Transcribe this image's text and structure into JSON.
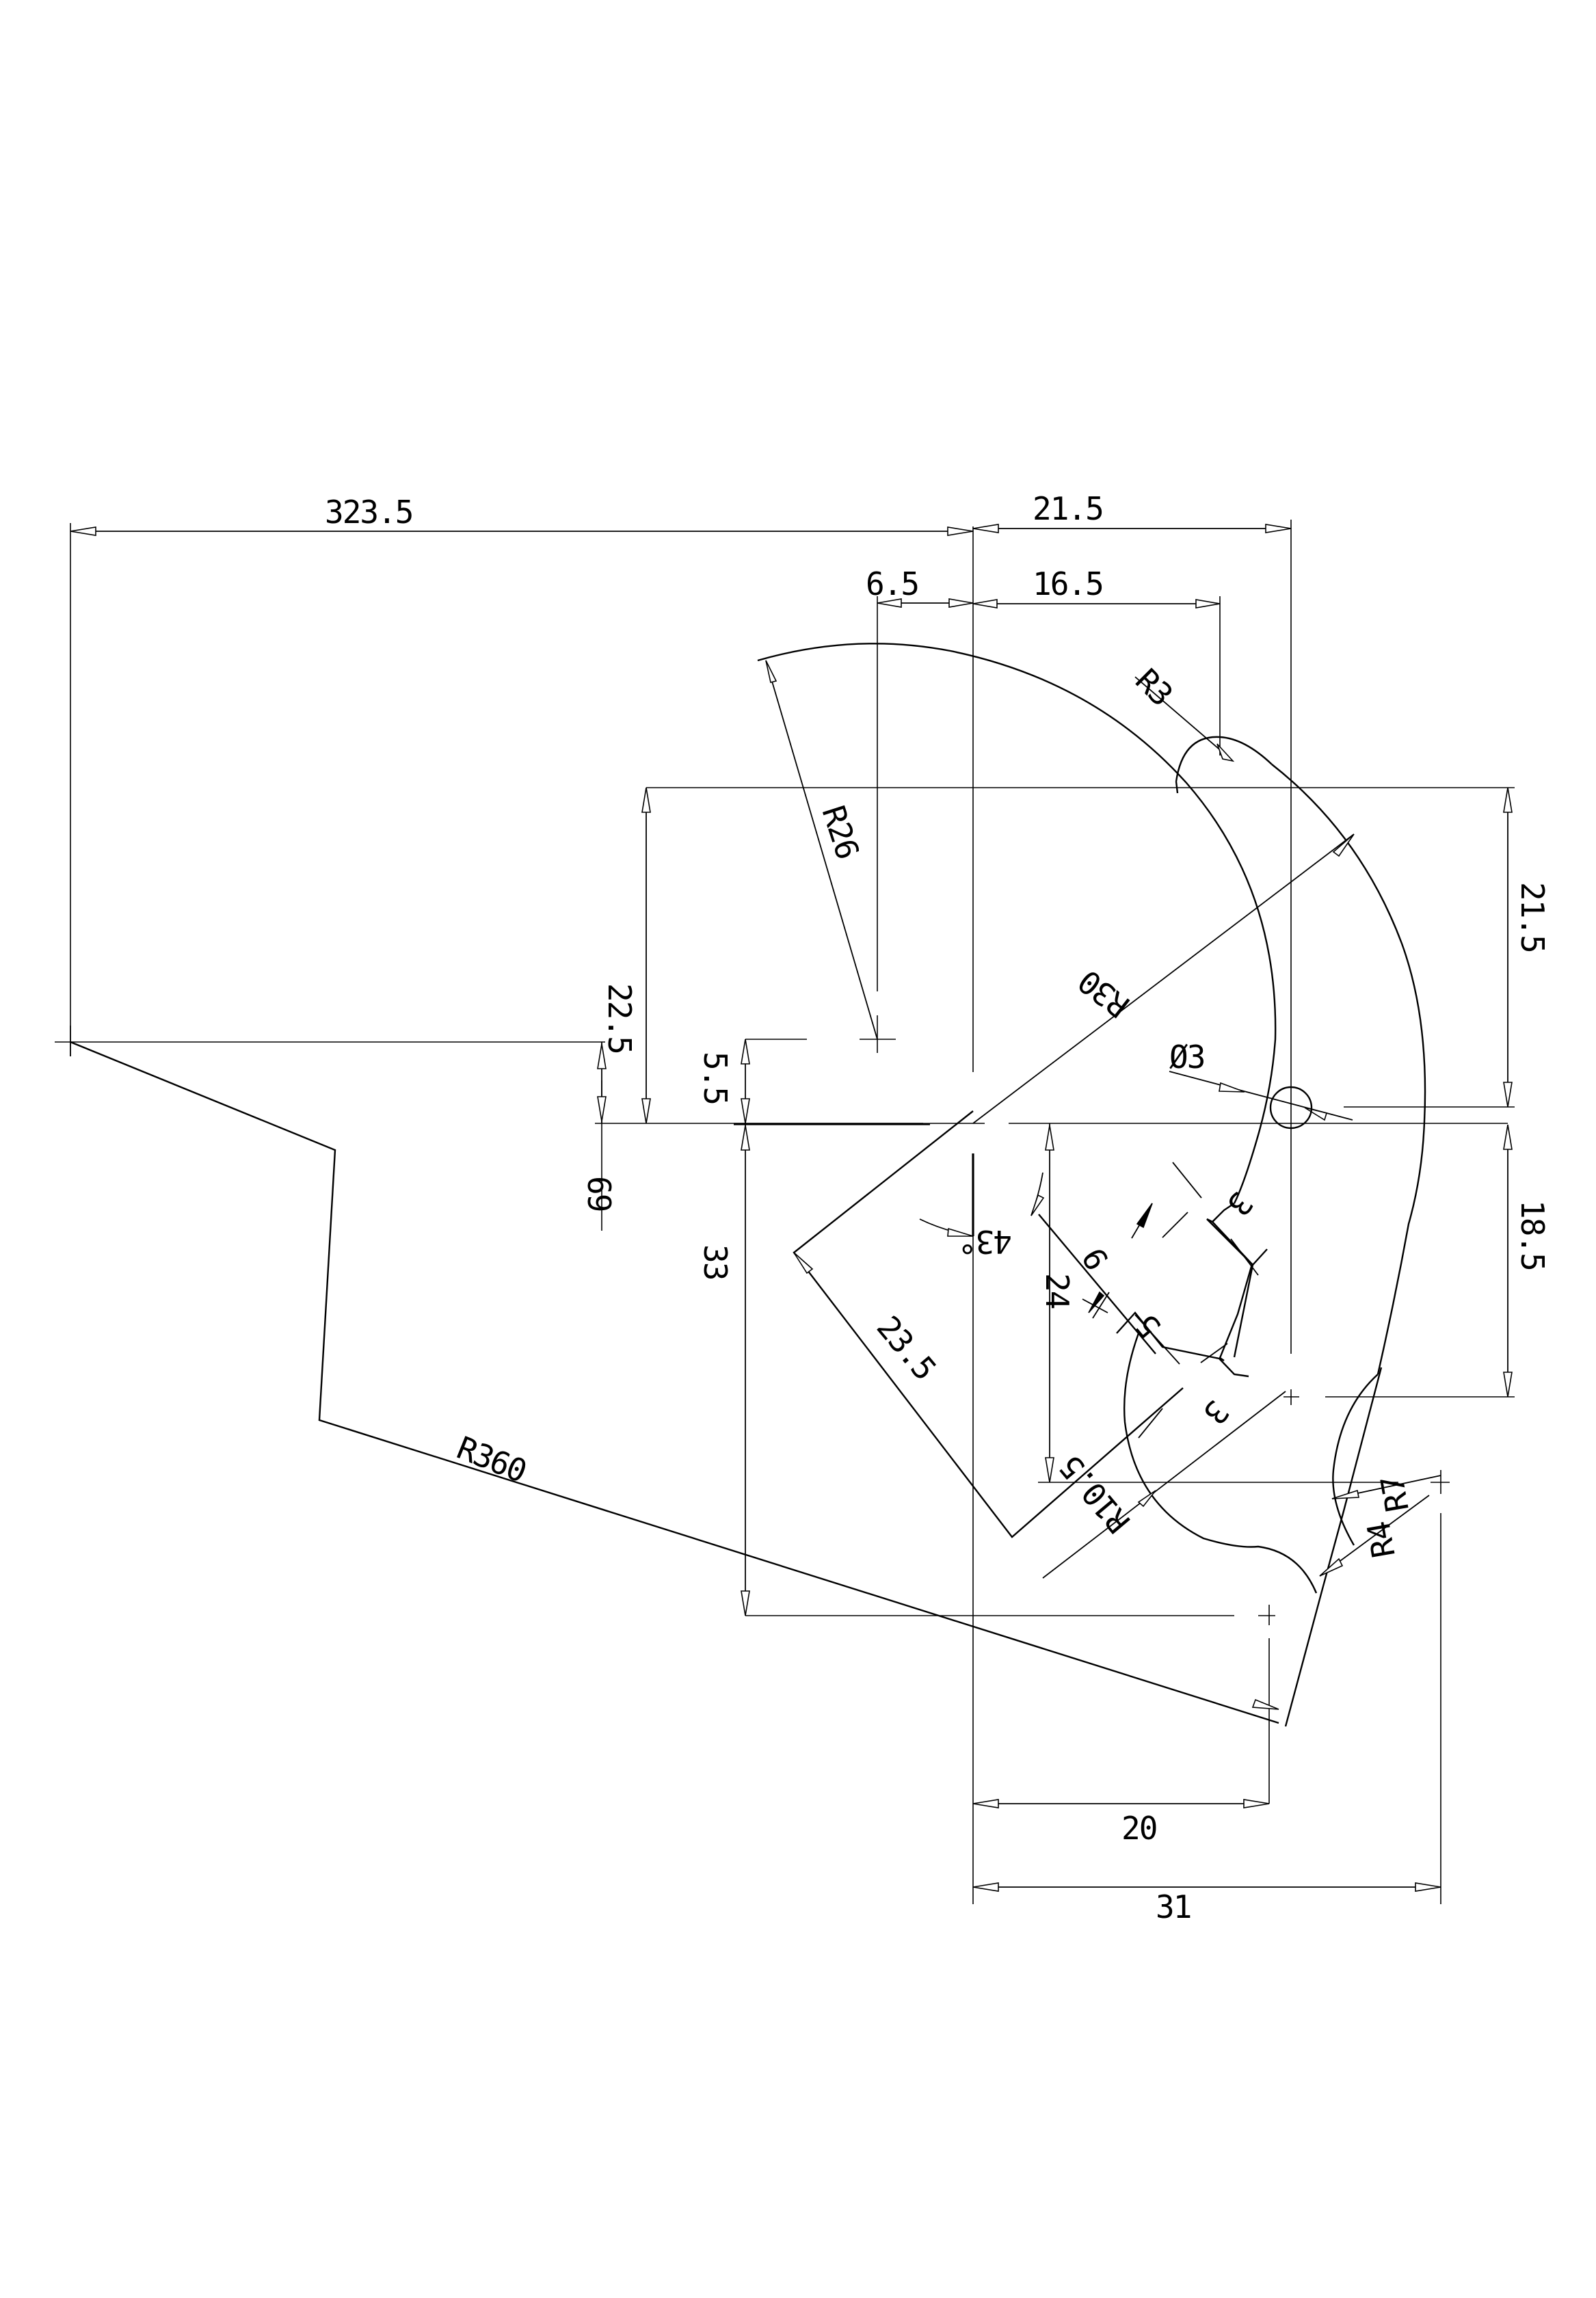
{
  "drawing": {
    "type": "2D mechanical CAD drawing",
    "background": "#ffffff",
    "line_color": "#000000"
  },
  "dimensions": {
    "linear_horizontal": {
      "d_323_5": "323.5",
      "d_21_5_top": "21.5",
      "d_6_5": "6.5",
      "d_16_5": "16.5",
      "d_20": "20",
      "d_31": "31"
    },
    "linear_vertical": {
      "d_22_5": "22.5",
      "d_5_5": "5.5",
      "d_69": "69",
      "d_33": "33",
      "d_21_5_right": "21.5",
      "d_18_5": "18.5",
      "d_24": "24"
    },
    "aligned": {
      "d_23_5": "23.5",
      "d_9": "9",
      "d_5": "5",
      "d_3_upper": "3",
      "d_3_lower": "3"
    },
    "radii": {
      "r_26": "R26",
      "r_3": "R3",
      "r_30": "R30",
      "r_10_5": "R10.5",
      "r_7": "R7",
      "r_4": "R4",
      "r_360": "R360"
    },
    "diameters": {
      "dia_3": "Ø3"
    },
    "angles": {
      "a_43": "43°"
    }
  }
}
